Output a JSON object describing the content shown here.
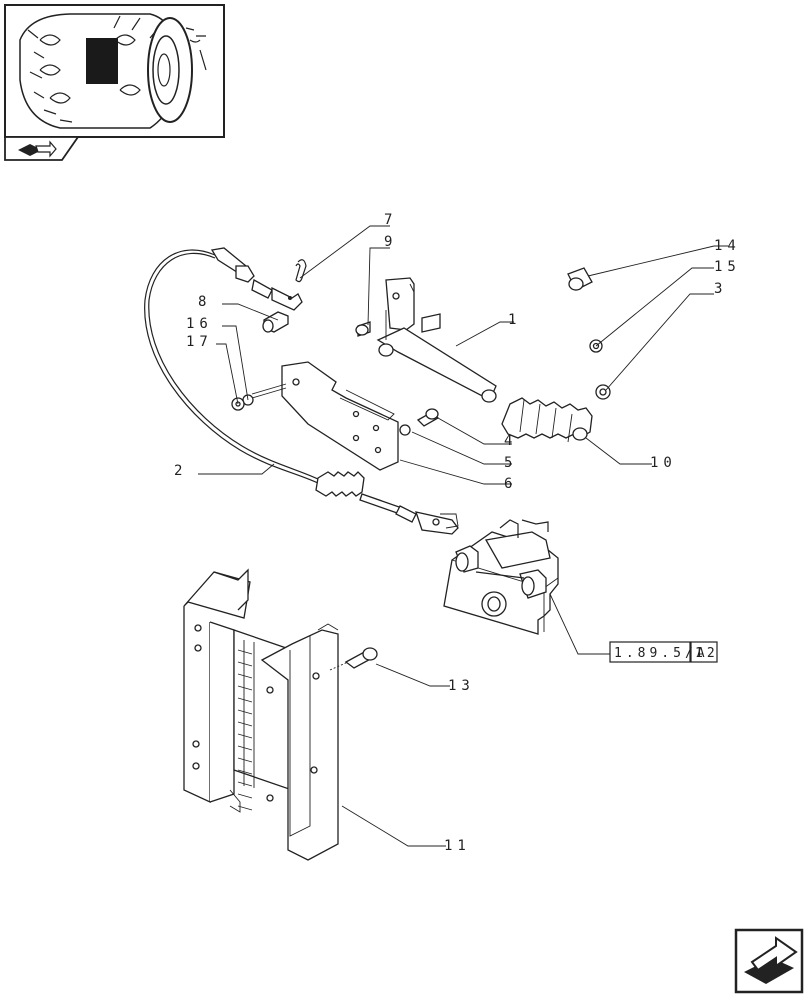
{
  "callouts": [
    {
      "id": "c7",
      "text": "7"
    },
    {
      "id": "c9",
      "text": "9"
    },
    {
      "id": "c8",
      "text": "8"
    },
    {
      "id": "c16",
      "text": "16"
    },
    {
      "id": "c17",
      "text": "17"
    },
    {
      "id": "c1",
      "text": "1"
    },
    {
      "id": "c14",
      "text": "14"
    },
    {
      "id": "c15",
      "text": "15"
    },
    {
      "id": "c3",
      "text": "3"
    },
    {
      "id": "c4",
      "text": "4"
    },
    {
      "id": "c5",
      "text": "5"
    },
    {
      "id": "c6",
      "text": "6"
    },
    {
      "id": "c10",
      "text": "10"
    },
    {
      "id": "c2",
      "text": "2"
    },
    {
      "id": "c13",
      "text": "13"
    },
    {
      "id": "c11",
      "text": "11"
    }
  ],
  "reference_box": {
    "section": "1.89.5/A",
    "item": "12"
  },
  "icons": {
    "thumbnail": "tractor-rear-wheel-thumbnail",
    "tab": "book-arrow-icon",
    "nav": "next-page-arrow-icon"
  }
}
